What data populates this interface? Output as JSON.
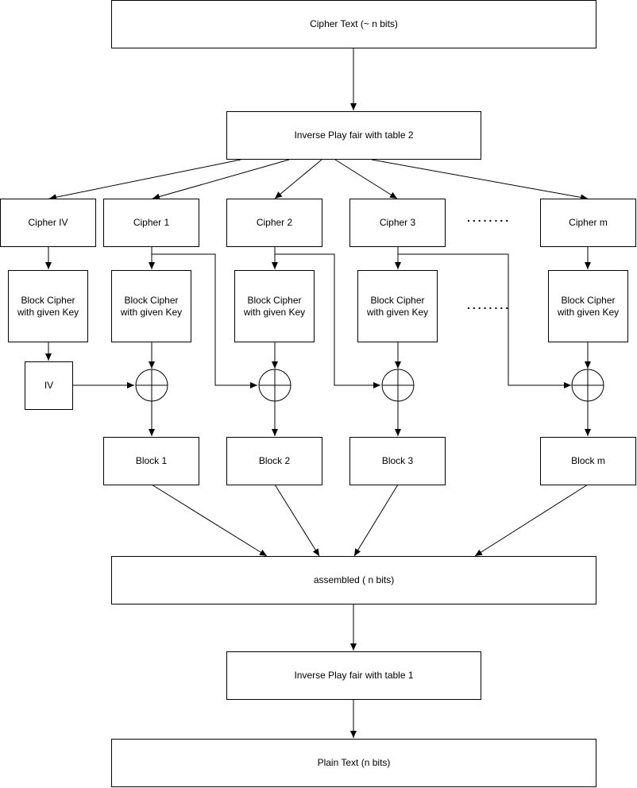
{
  "nodes": {
    "cipher_text": "Cipher Text (~ n bits)",
    "inverse_playfair_2": "Inverse Play fair with table 2",
    "cipher_iv": "Cipher IV",
    "cipher_1": "Cipher 1",
    "cipher_2": "Cipher 2",
    "cipher_3": "Cipher 3",
    "cipher_m": "Cipher m",
    "block_cipher_line1": "Block Cipher",
    "block_cipher_line2": "with given Key",
    "iv": "IV",
    "block_1": "Block 1",
    "block_2": "Block 2",
    "block_3": "Block 3",
    "block_m": "Block m",
    "assembled": "assembled ( n bits)",
    "inverse_playfair_1": "Inverse Play fair with table 1",
    "plain_text": "Plain Text (n bits)"
  },
  "ellipsis": "........"
}
